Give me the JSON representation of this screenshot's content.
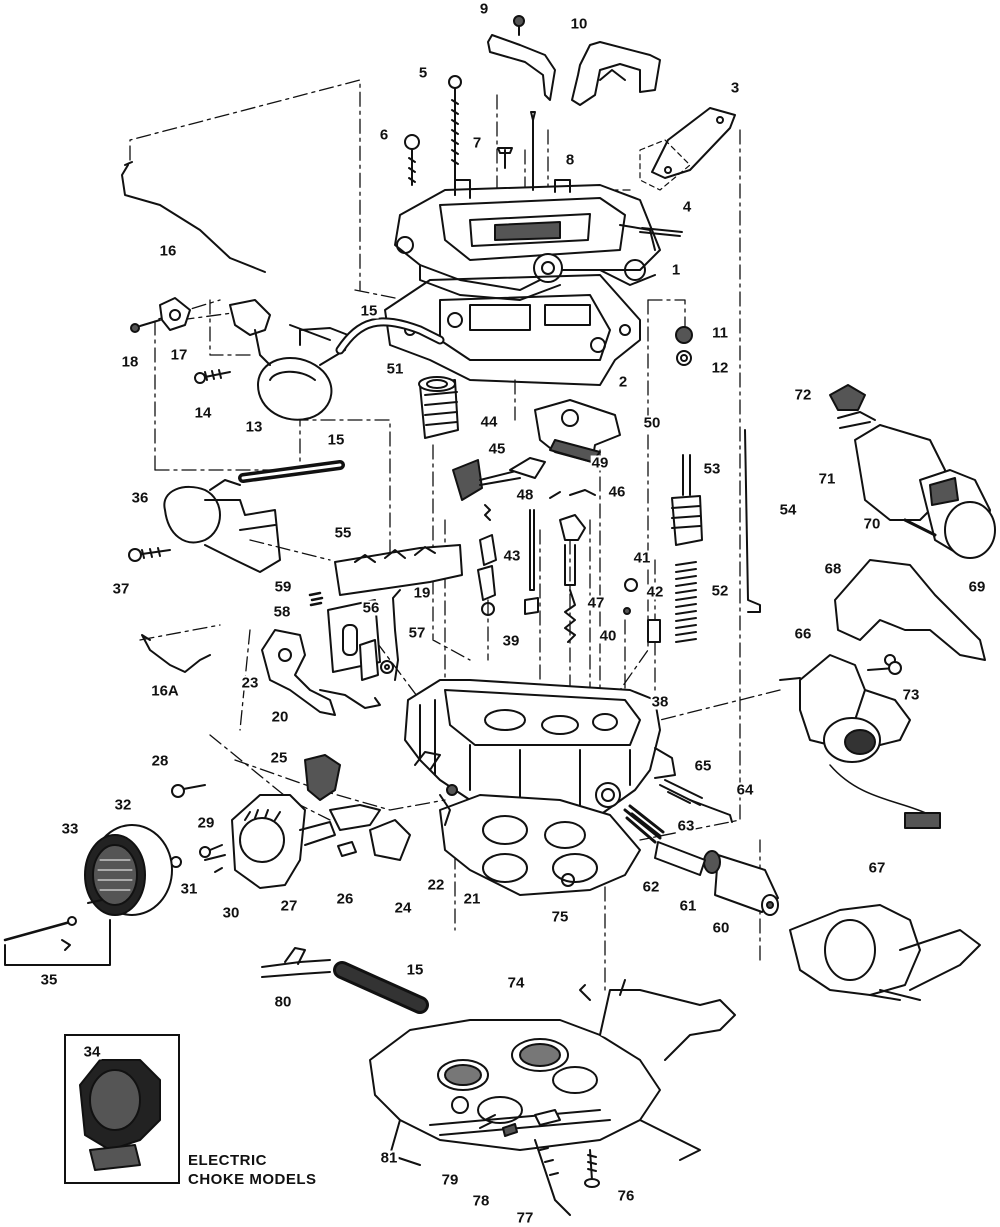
{
  "diagram": {
    "labels": [
      "1",
      "2",
      "3",
      "4",
      "5",
      "6",
      "7",
      "8",
      "9",
      "10",
      "11",
      "12",
      "13",
      "14",
      "15",
      "15",
      "15",
      "16",
      "16A",
      "17",
      "18",
      "19",
      "20",
      "21",
      "22",
      "23",
      "24",
      "25",
      "26",
      "27",
      "28",
      "29",
      "30",
      "31",
      "32",
      "33",
      "34",
      "35",
      "36",
      "37",
      "38",
      "39",
      "40",
      "41",
      "42",
      "43",
      "44",
      "45",
      "46",
      "47",
      "48",
      "49",
      "50",
      "51",
      "52",
      "53",
      "54",
      "55",
      "56",
      "57",
      "58",
      "59",
      "60",
      "61",
      "62",
      "63",
      "64",
      "65",
      "66",
      "67",
      "68",
      "69",
      "70",
      "71",
      "72",
      "73",
      "74",
      "75",
      "76",
      "77",
      "78",
      "79",
      "80",
      "81"
    ],
    "caption_line1": "ELECTRIC",
    "caption_line2": "CHOKE MODELS"
  },
  "colors": {
    "ink": "#111111",
    "paper": "#ffffff",
    "shade": "#555555"
  }
}
